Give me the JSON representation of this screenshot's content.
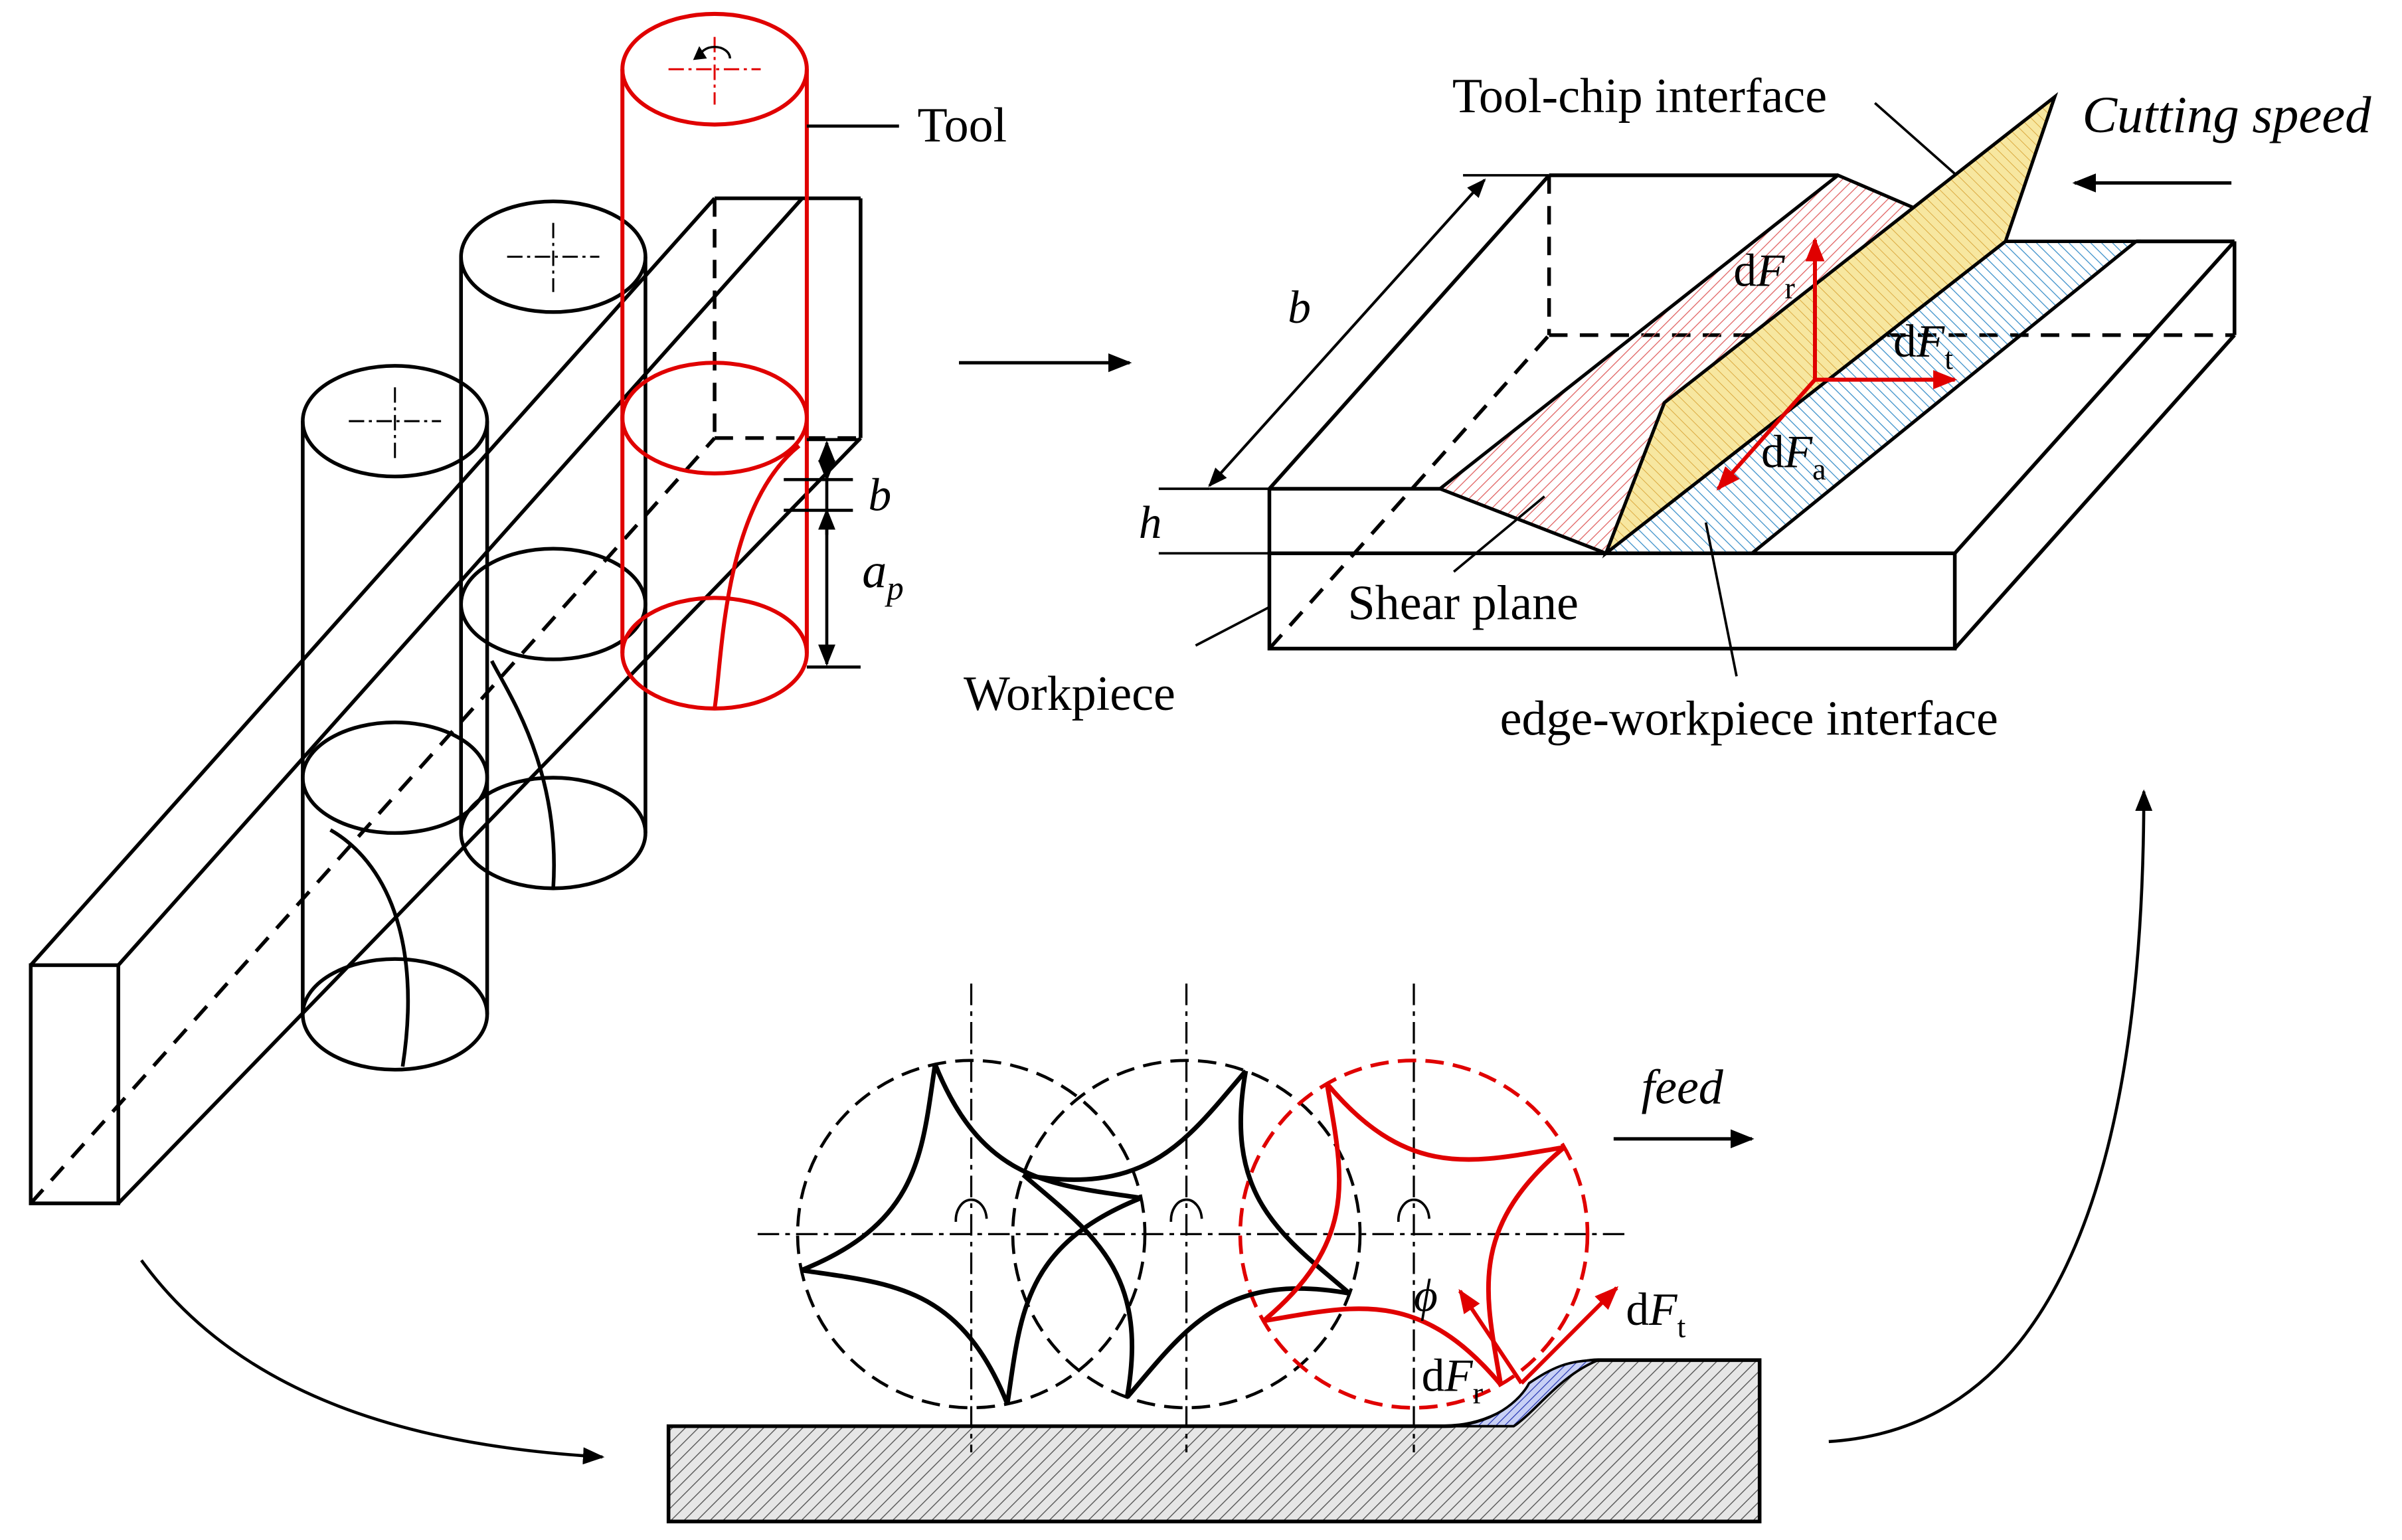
{
  "labels": {
    "tool": "Tool",
    "b": "b",
    "ap_main": "a",
    "ap_sub": "p",
    "tool_chip_interface": "Tool-chip interface",
    "cutting_speed": "Cutting speed",
    "h": "h",
    "shear_plane": "Shear plane",
    "workpiece": "Workpiece",
    "edge_workpiece_interface": "edge-workpiece interface",
    "feed": "feed",
    "d": "d",
    "F": "F",
    "sub_r": "r",
    "sub_t": "t",
    "sub_a": "a",
    "phi": "ϕ"
  },
  "colors": {
    "line": "#000000",
    "tool_highlight": "#e00000",
    "shear_plane_hatch": "#e06060",
    "tool_chip_fill": "#f7e7a0",
    "edge_hatch": "#3a8fc9",
    "workpiece_hatch": "#555555",
    "chip_hatch": "#2030b0"
  }
}
